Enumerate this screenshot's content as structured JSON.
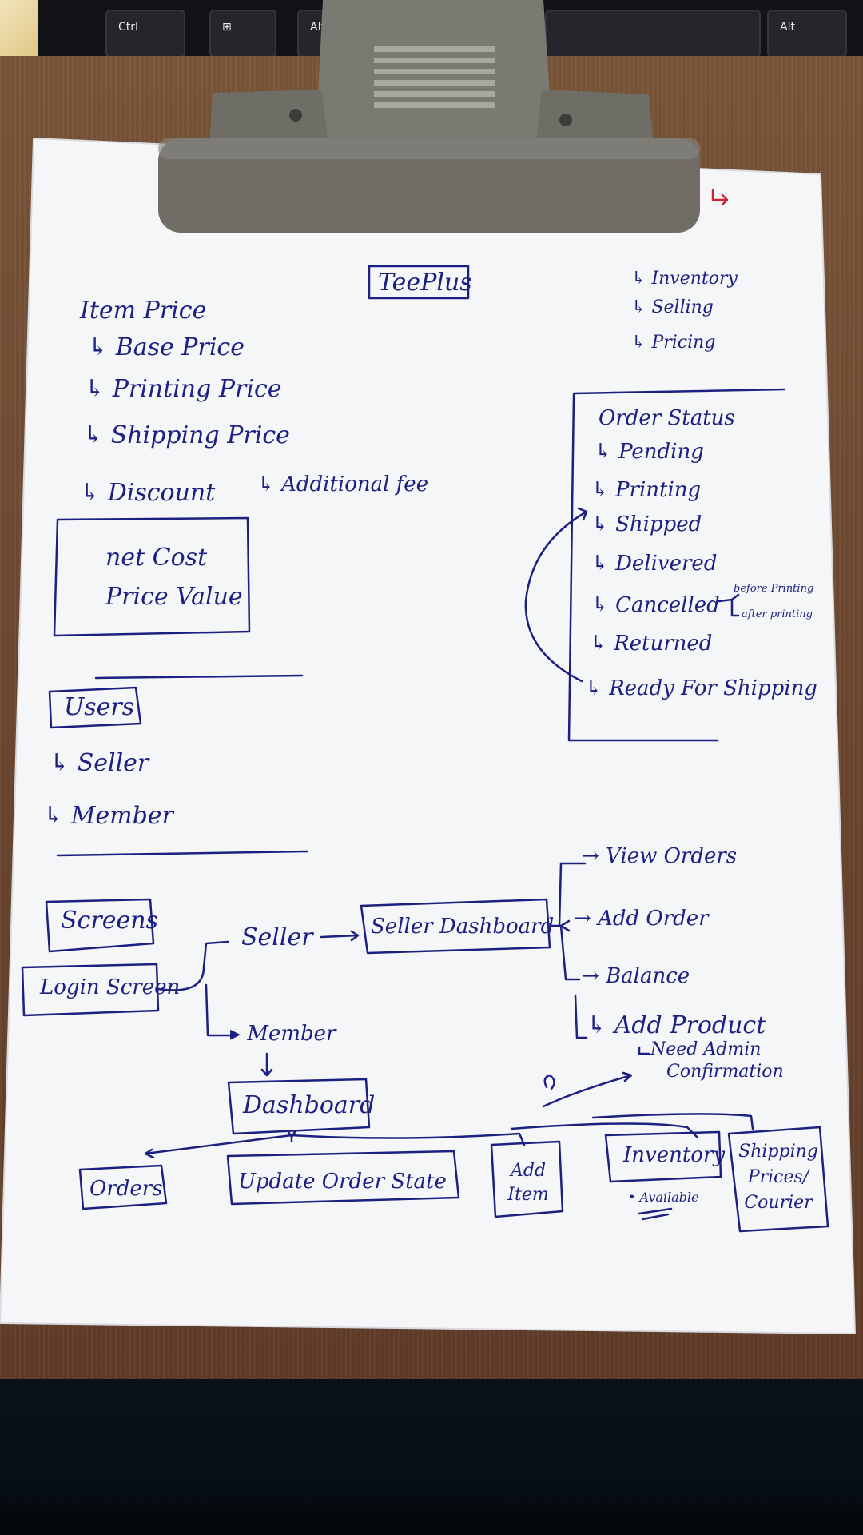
{
  "keyboard": {
    "ctrl_label": "Ctrl",
    "alt_left_label": "Alt",
    "alt_right_label": "Alt"
  },
  "paper": {
    "title": "TeePlus",
    "top_right": {
      "inventory": "Inventory",
      "selling": "Selling",
      "pricing": "Pricing"
    },
    "item_price": {
      "heading": "Item Price",
      "items": [
        "Base Price",
        "Printing Price",
        "Shipping Price",
        "Discount",
        "Additional fee"
      ],
      "box_lines": [
        "net Cost",
        "Price Value"
      ]
    },
    "order_status": {
      "heading": "Order Status",
      "items": [
        "Pending",
        "Printing",
        "Shipped",
        "Delivered",
        "Cancelled",
        "Returned",
        "Ready For Shipping"
      ],
      "cancelled_notes": [
        "before Printing",
        "after printing"
      ]
    },
    "users": {
      "heading": "Users",
      "items": [
        "Seller",
        "Member"
      ]
    },
    "screens": {
      "heading": "Screens",
      "login": "Login Screen",
      "seller": "Seller",
      "member": "Member",
      "seller_dashboard": "Seller Dashboard",
      "seller_actions": [
        "View Orders",
        "Add Order",
        "Balance",
        "Add Product"
      ],
      "add_product_note": [
        "Need Admin",
        "Confirmation"
      ],
      "dashboard": "Dashboard",
      "dashboard_items": [
        "Orders",
        "Update Order State",
        "Add Item",
        "Inventory",
        "Shipping Prices/ Courier"
      ],
      "inventory_note": "Available"
    }
  },
  "colors": {
    "ink": "#1c2080",
    "paper": "#f5f6f8",
    "board": "#6c4730",
    "red_mark": "#cc2233"
  }
}
